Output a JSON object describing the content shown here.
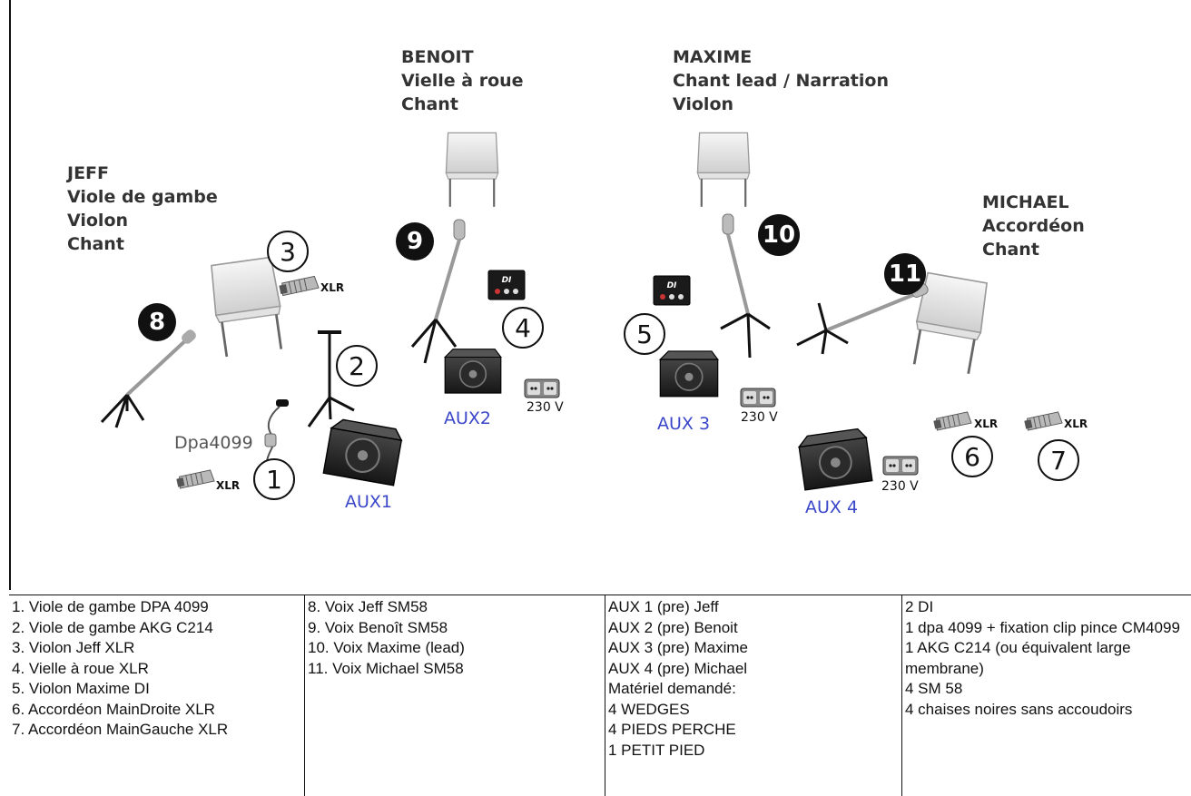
{
  "musicians": {
    "jeff": [
      "JEFF",
      "Viole de gambe",
      "Violon",
      "Chant"
    ],
    "benoit": [
      "BENOIT",
      "Vielle à roue",
      "Chant"
    ],
    "maxime": [
      "MAXIME",
      "Chant lead / Narration",
      "Violon"
    ],
    "michael": [
      "MICHAEL",
      "Accordéon",
      "Chant"
    ]
  },
  "aux_labels": {
    "aux1": "AUX1",
    "aux2": "AUX2",
    "aux3": "AUX 3",
    "aux4": "AUX 4"
  },
  "power_label": "230 V",
  "xlr_label": "XLR",
  "dpa_label": "Dpa4099",
  "di_label": "DI",
  "numbers": {
    "n1": "1",
    "n2": "2",
    "n3": "3",
    "n4": "4",
    "n5": "5",
    "n6": "6",
    "n7": "7",
    "n8": "8",
    "n9": "9",
    "n10": "10",
    "n11": "11"
  },
  "table": {
    "col1": [
      "1. Viole de gambe DPA 4099",
      "2. Viole de gambe AKG C214",
      "3. Violon Jeff XLR",
      "4. Vielle à roue XLR",
      "5. Violon Maxime DI",
      "6. Accordéon MainDroite XLR",
      "7. Accordéon MainGauche XLR"
    ],
    "col2": [
      "8. Voix Jeff SM58",
      "9. Voix Benoît SM58",
      "10. Voix Maxime (lead)",
      "11. Voix Michael SM58"
    ],
    "col3": [
      "AUX 1 (pre) Jeff",
      "AUX 2 (pre) Benoit",
      "AUX 3 (pre) Maxime",
      "AUX 4 (pre) Michael",
      "Matériel demandé:",
      "4 WEDGES",
      "4 PIEDS PERCHE",
      "1 PETIT PIED"
    ],
    "col4": [
      "2 DI",
      "1 dpa 4099 + fixation clip pince CM4099",
      "1 AKG C214 (ou équivalent large membrane)",
      "4 SM 58",
      "4 chaises noires sans accoudoirs"
    ]
  },
  "colors": {
    "aux_text": "#3b47c9",
    "line": "#111111"
  }
}
